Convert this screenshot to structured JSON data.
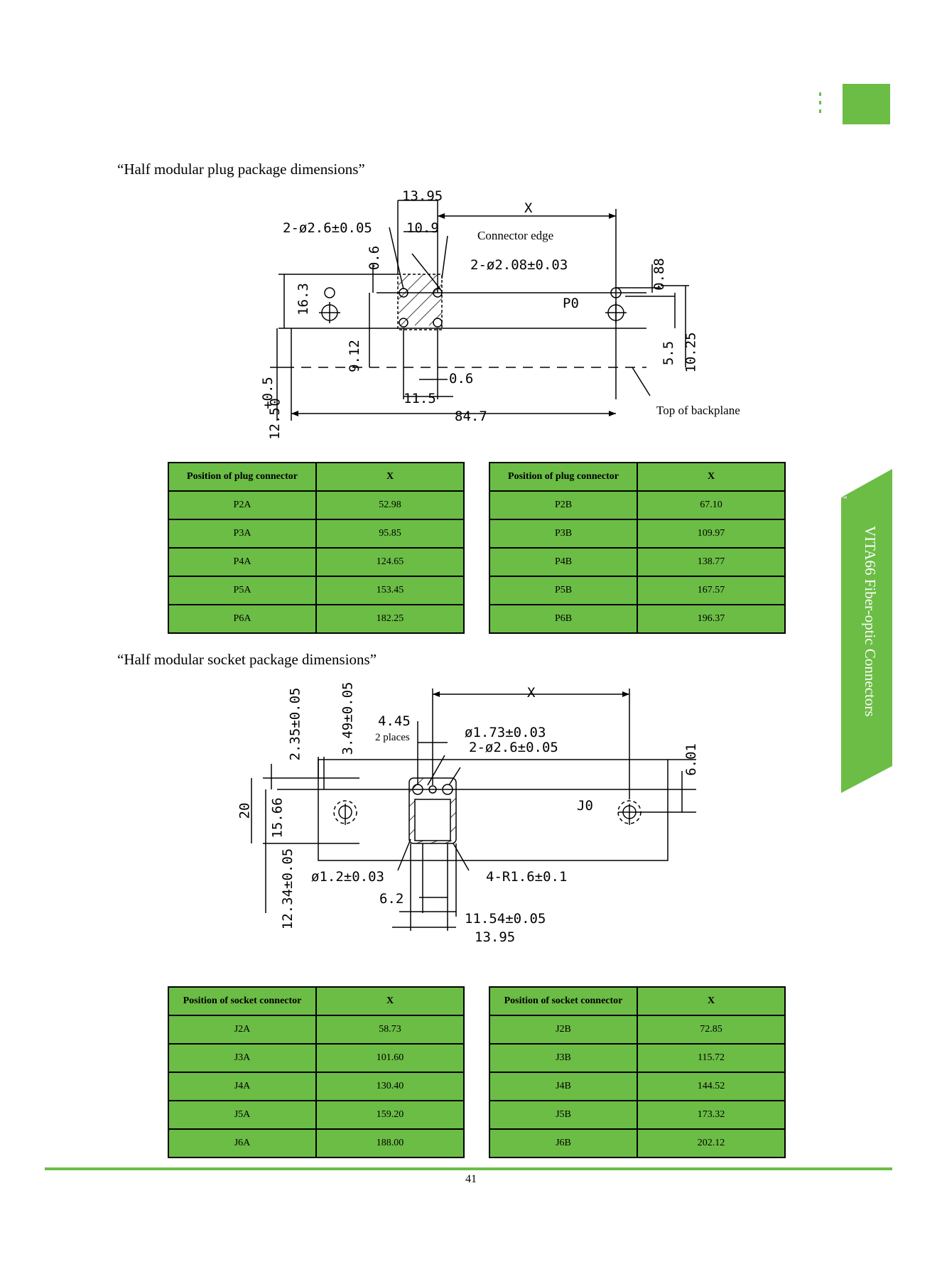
{
  "page": {
    "page_number": "41",
    "side_tab": "VITA66  Fiber-optic Connectors"
  },
  "plug_section": {
    "title": "“Half modular plug package dimensions”",
    "labels": {
      "d1395": "13.95",
      "x": "X",
      "hole_a": "2-ø2.6±0.05",
      "d109": "10.9",
      "connector_edge": "Connector edge",
      "hole_b": "2-ø2.08±0.03",
      "d06_top": "0.6",
      "d163": "16.3",
      "p0": "P0",
      "d088": "0.88",
      "d912": "9.12",
      "d55": "5.5",
      "d1025": "10.25",
      "d06_bottom": "0.6",
      "tol_plus": "+0.5",
      "tol_zero": "0",
      "d125": "12.5",
      "d115": "11.5",
      "d847": "84.7",
      "top_backplane": "Top of backplane"
    },
    "header_position": "Position of plug connector",
    "header_x": "X",
    "left_rows": [
      {
        "pos": "P2A",
        "x": "52.98"
      },
      {
        "pos": "P3A",
        "x": "95.85"
      },
      {
        "pos": "P4A",
        "x": "124.65"
      },
      {
        "pos": "P5A",
        "x": "153.45"
      },
      {
        "pos": "P6A",
        "x": "182.25"
      }
    ],
    "right_rows": [
      {
        "pos": "P2B",
        "x": "67.10"
      },
      {
        "pos": "P3B",
        "x": "109.97"
      },
      {
        "pos": "P4B",
        "x": "138.77"
      },
      {
        "pos": "P5B",
        "x": "167.57"
      },
      {
        "pos": "P6B",
        "x": "196.37"
      }
    ]
  },
  "socket_section": {
    "title": "“Half modular socket package dimensions”",
    "labels": {
      "x": "X",
      "d235": "2.35±0.05",
      "d349": "3.49±0.05",
      "d445": "4.45",
      "two_places": "2 places",
      "hole_a": "ø1.73±0.03",
      "hole_b": "2-ø2.6±0.05",
      "d601": "6.01",
      "d20": "20",
      "d1566": "15.66",
      "j0": "J0",
      "d1234": "12.34±0.05",
      "hole_c": "ø1.2±0.03",
      "radius": "4-R1.6±0.1",
      "d62": "6.2",
      "d1154": "11.54±0.05",
      "d1395": "13.95"
    },
    "header_position": "Position of socket connector",
    "header_x": "X",
    "left_rows": [
      {
        "pos": "J2A",
        "x": "58.73"
      },
      {
        "pos": "J3A",
        "x": "101.60"
      },
      {
        "pos": "J4A",
        "x": "130.40"
      },
      {
        "pos": "J5A",
        "x": "159.20"
      },
      {
        "pos": "J6A",
        "x": "188.00"
      }
    ],
    "right_rows": [
      {
        "pos": "J2B",
        "x": "72.85"
      },
      {
        "pos": "J3B",
        "x": "115.72"
      },
      {
        "pos": "J4B",
        "x": "144.52"
      },
      {
        "pos": "J5B",
        "x": "173.32"
      },
      {
        "pos": "J6B",
        "x": "202.12"
      }
    ]
  },
  "colors": {
    "accent_green": "#6bbd45"
  }
}
